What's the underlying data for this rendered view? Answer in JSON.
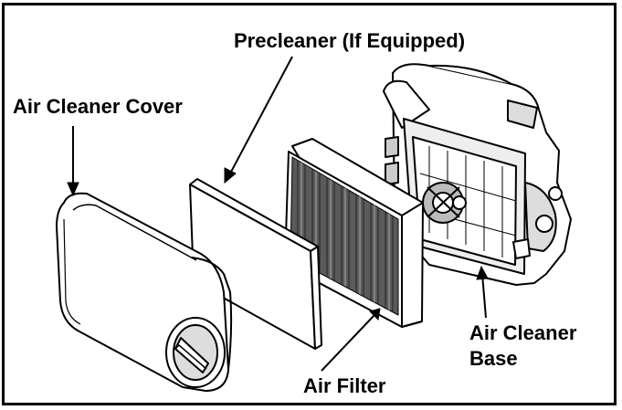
{
  "labels": {
    "precleaner": "Precleaner (If Equipped)",
    "cover": "Air Cleaner Cover",
    "base_line1": "Air Cleaner",
    "base_line2": "Base",
    "filter": "Air Filter"
  },
  "colors": {
    "stroke": "#000000",
    "fill": "#ffffff",
    "pleat": "#5a5a5a"
  }
}
